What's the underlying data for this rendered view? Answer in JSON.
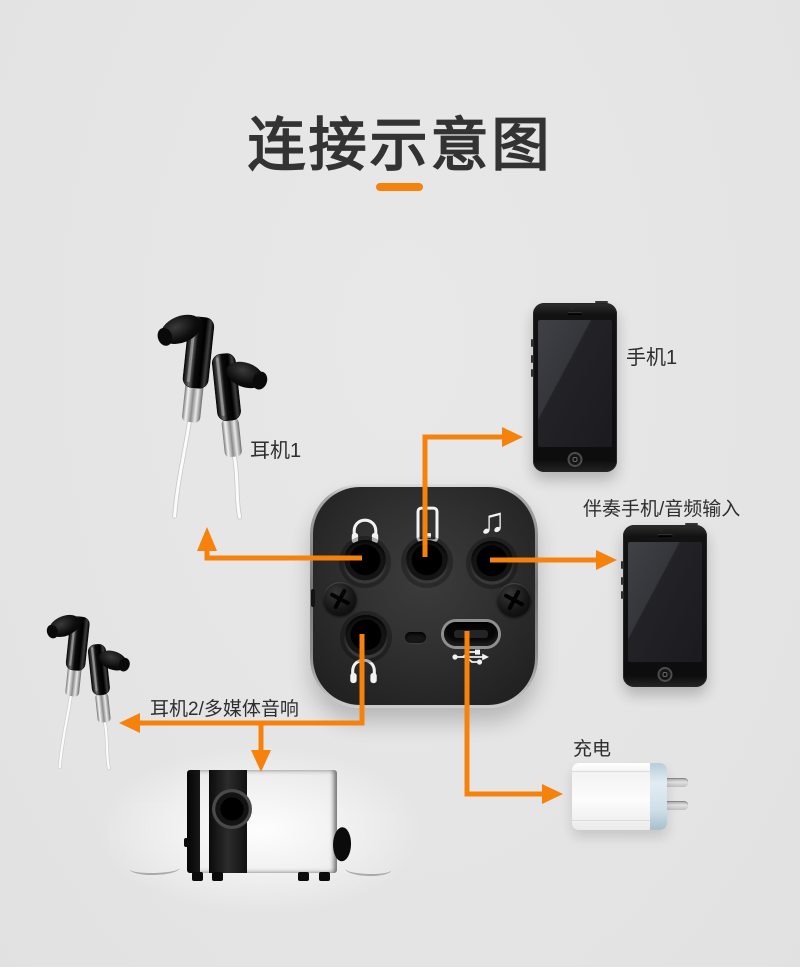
{
  "title": {
    "text": "连接示意图"
  },
  "colors": {
    "accent": "#F6820C",
    "background": "#E5E5E5",
    "title_text": "#333333"
  },
  "labels": {
    "earphone1": "耳机1",
    "phone1": "手机1",
    "aux_input": "伴奏手机/音频输入",
    "earphone2_speaker": "耳机2/多媒体音响",
    "charge": "充电"
  },
  "device": {
    "ports": {
      "headphone1": {
        "icon": "headphones-icon"
      },
      "phone": {
        "icon": "smartphone-icon"
      },
      "music": {
        "icon": "music-note-icon",
        "glyph": "♫"
      },
      "headphone2": {
        "icon": "headphones-icon"
      },
      "usb": {
        "icon": "usb-icon"
      }
    }
  }
}
